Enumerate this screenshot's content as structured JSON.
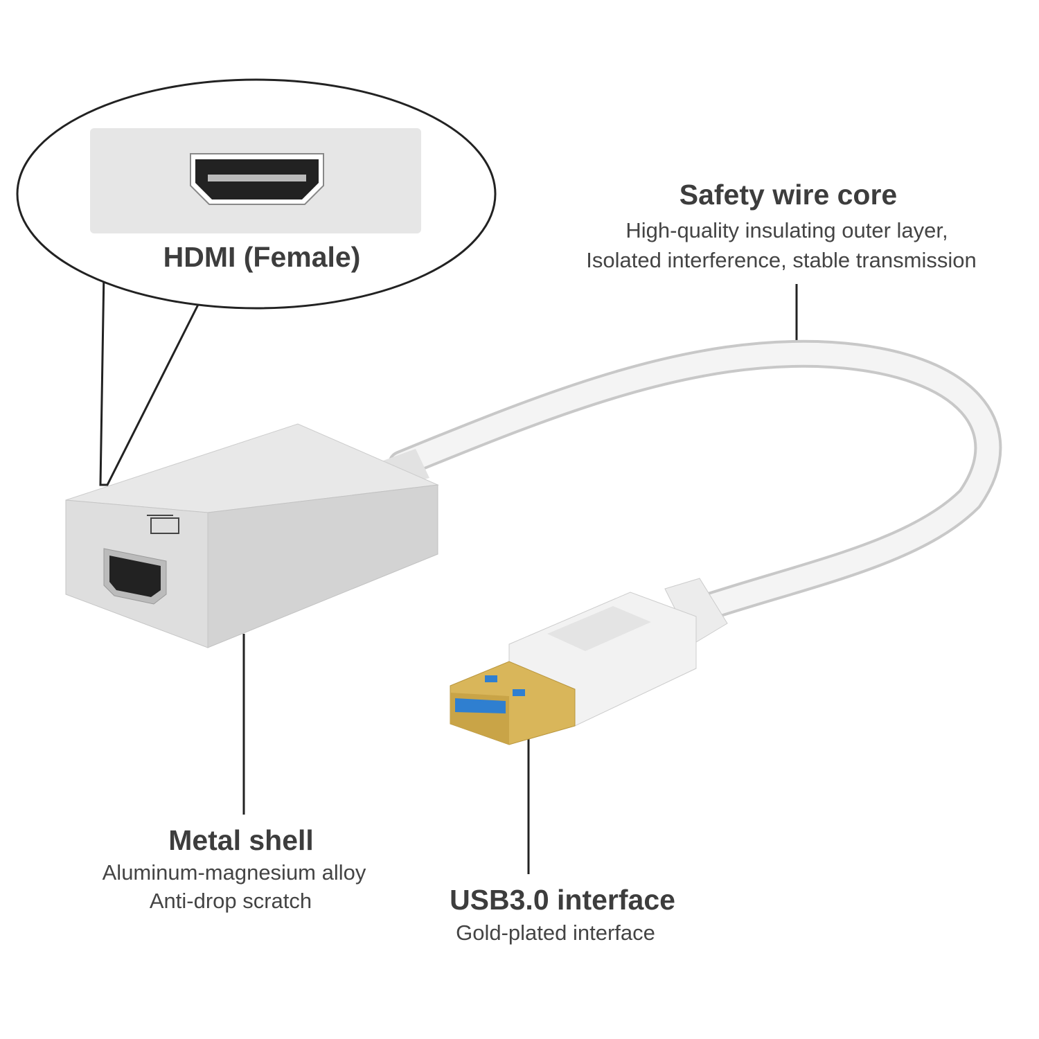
{
  "callouts": {
    "hdmi": {
      "title": "HDMI (Female)"
    },
    "wire": {
      "title": "Safety wire core",
      "lines": [
        "High-quality insulating outer layer,",
        "Isolated interference, stable transmission"
      ]
    },
    "shell": {
      "title": "Metal shell",
      "lines": [
        "Aluminum-magnesium alloy",
        "Anti-drop scratch"
      ]
    },
    "usb": {
      "title": "USB3.0 interface",
      "lines": [
        "Gold-plated interface"
      ]
    }
  },
  "colors": {
    "text": "#3d3d3d",
    "gold": "#d9b65a",
    "usb_blue": "#2f7fd0",
    "shell": "#dcdcdc"
  }
}
